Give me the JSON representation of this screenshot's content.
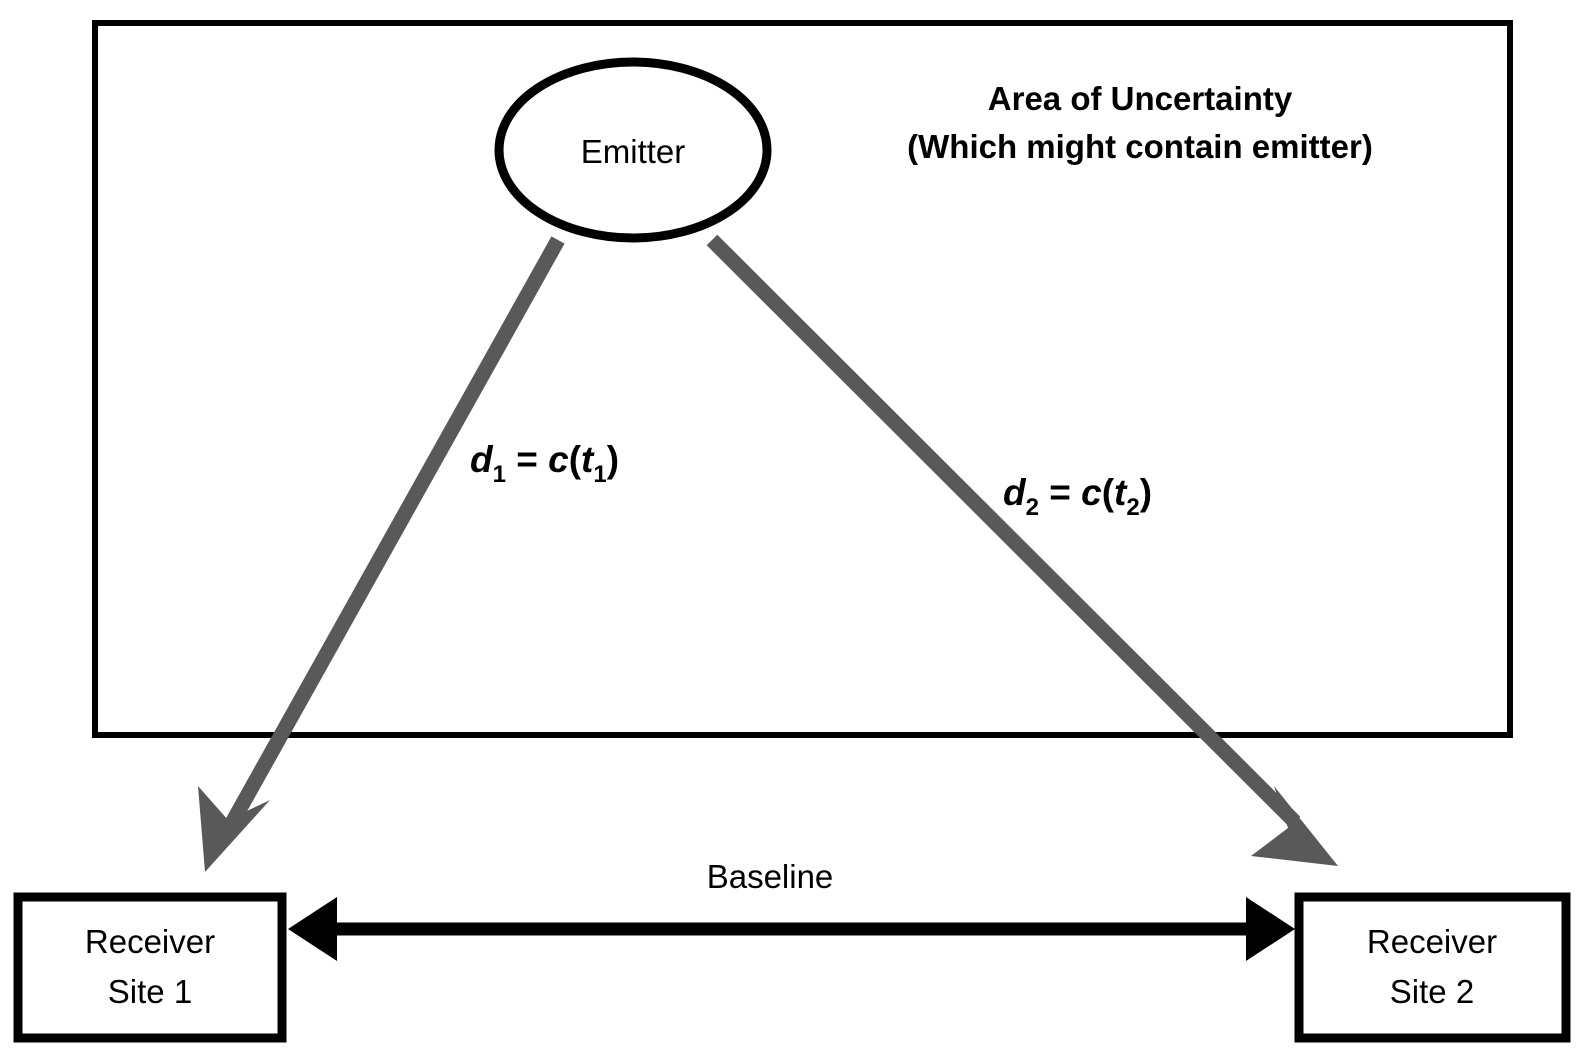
{
  "diagram": {
    "title_region": {
      "line1": "Area of Uncertainty",
      "line2": "(Which might contain emitter)"
    },
    "emitter": {
      "label": "Emitter"
    },
    "receivers": [
      {
        "line1": "Receiver",
        "line2": "Site 1"
      },
      {
        "line1": "Receiver",
        "line2": "Site 2"
      }
    ],
    "baseline": {
      "label": "Baseline"
    },
    "paths": [
      {
        "var": "d",
        "var_sub": "1",
        "equals": " = ",
        "func": "c",
        "open": "(",
        "arg": "t",
        "arg_sub": "1",
        "close": ")"
      },
      {
        "var": "d",
        "var_sub": "2",
        "equals": " = ",
        "func": "c",
        "open": "(",
        "arg": "t",
        "arg_sub": "2",
        "close": ")"
      }
    ],
    "colors": {
      "outline": "#000000",
      "ray": "#595959",
      "background": "#ffffff"
    }
  }
}
